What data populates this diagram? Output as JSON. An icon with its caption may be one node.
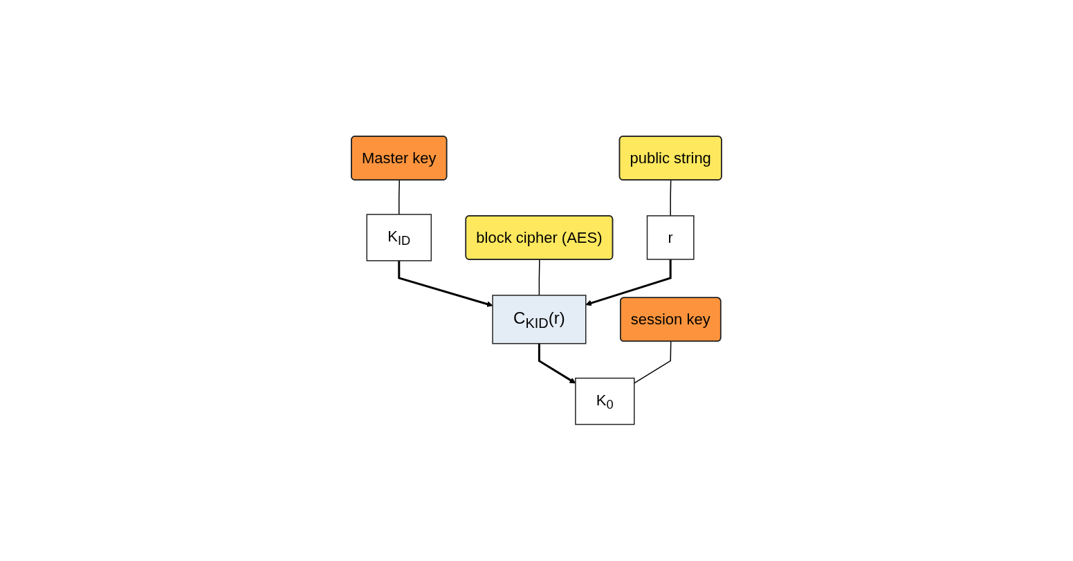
{
  "diagram": {
    "nodes": [
      {
        "text": [
          "Master key"
        ]
      },
      {
        "text": [
          "K$_{ID}$"
        ]
      },
      {
        "text": [
          "block cipher (AES)"
        ]
      },
      {
        "text": [
          "public string"
        ]
      },
      {
        "text": [
          "r"
        ]
      },
      {
        "text": [
          "C$_{KID}$(r)"
        ]
      },
      {
        "text": [
          "session key"
        ]
      },
      {
        "text": [
          "K$_{0}$"
        ]
      }
    ],
    "edges": [
      {
        "from": 0,
        "to": 1,
        "arrow": "none"
      },
      {
        "from": 1,
        "to": 5,
        "arrow": "to"
      },
      {
        "from": 2,
        "to": 5,
        "arrow": "none"
      },
      {
        "from": 3,
        "to": 4,
        "arrow": "none"
      },
      {
        "from": 4,
        "to": 5,
        "arrow": "to"
      },
      {
        "from": 5,
        "to": 7,
        "arrow": "to"
      },
      {
        "from": 6,
        "to": 7,
        "arrow": "none"
      }
    ]
  }
}
